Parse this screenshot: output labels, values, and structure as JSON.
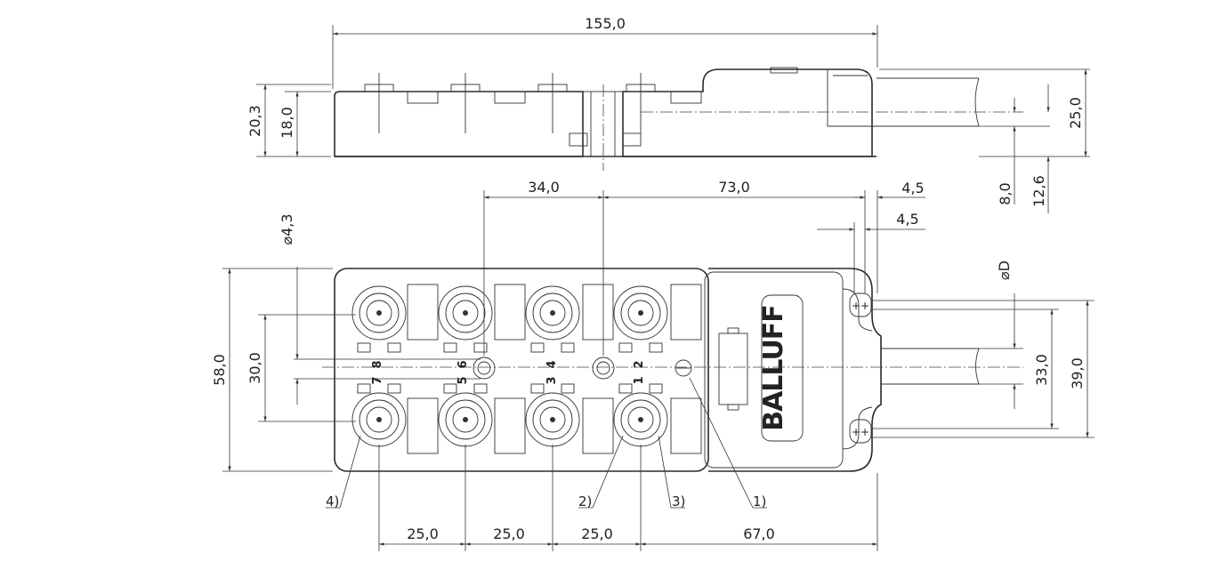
{
  "drawing": {
    "top_view": {
      "overall_length": "155,0",
      "height_total": "20,3",
      "height_body": "18,0",
      "cable_height": "25,0",
      "cable_offset_a": "8,0",
      "cable_offset_b": "12,6"
    },
    "front_view": {
      "hole_dia": "⌀4,3",
      "hole_spacing": "34,0",
      "hole_to_end": "73,0",
      "end_offset_a": "4,5",
      "end_offset_b": "4,5",
      "cable_dia": "⌀D",
      "width_total": "58,0",
      "port_pitch_v": "30,0",
      "mount_a": "33,0",
      "mount_b": "39,0",
      "pitch_1": "25,0",
      "pitch_2": "25,0",
      "pitch_3": "25,0",
      "port_to_end": "67,0",
      "brand": "BALLUFF",
      "pins_top": [
        "8",
        "6",
        "4",
        "2"
      ],
      "pins_bottom": [
        "7",
        "5",
        "3",
        "1"
      ],
      "callouts": [
        "4)",
        "2)",
        "3)",
        "1)"
      ]
    }
  }
}
